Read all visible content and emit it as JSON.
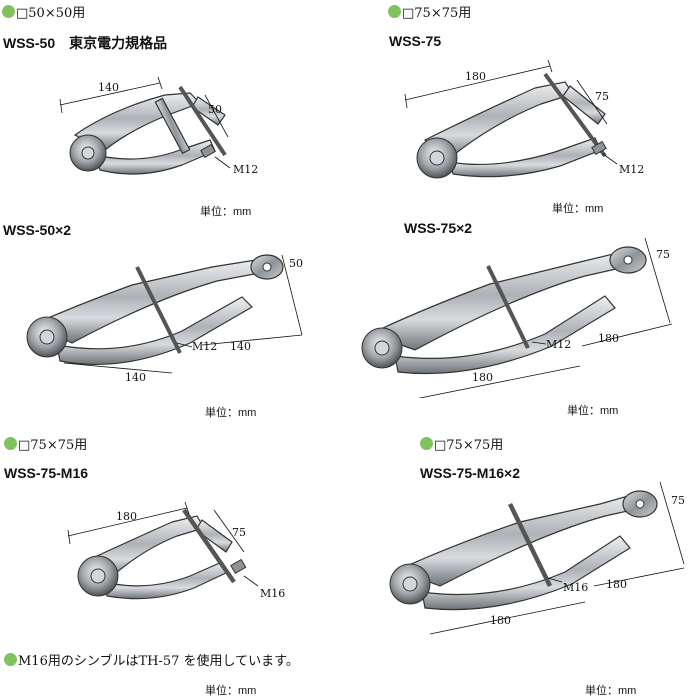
{
  "products": [
    {
      "tag": "□50×50用",
      "model": "WSS-50　東京電力規格品",
      "dims": [
        "140",
        "50",
        "M12"
      ],
      "unit": "単位：mm"
    },
    {
      "tag": "□75×75用",
      "model": "WSS-75",
      "dims": [
        "180",
        "75",
        "M12"
      ],
      "unit": "単位：mm"
    },
    {
      "tag": "",
      "model": "WSS-50×2",
      "dims": [
        "50",
        "M12",
        "140",
        "140"
      ],
      "unit": "単位：mm"
    },
    {
      "tag": "",
      "model": "WSS-75×2",
      "dims": [
        "75",
        "M12",
        "180",
        "180"
      ],
      "unit": "単位：mm"
    },
    {
      "tag": "□75×75用",
      "model": "WSS-75-M16",
      "dims": [
        "180",
        "75",
        "M16"
      ],
      "unit": "単位：mm"
    },
    {
      "tag": "□75×75用",
      "model": "WSS-75-M16×2",
      "dims": [
        "75",
        "M16",
        "180",
        "180"
      ],
      "unit": "単位：mm"
    }
  ],
  "note": "M16用のシンブルはTH-57 を使用しています。",
  "colors": {
    "bullet": "#7fc25e",
    "metal": "#b9bcc0"
  },
  "icons": {
    "bullet": "green-circle-bullet-icon"
  }
}
